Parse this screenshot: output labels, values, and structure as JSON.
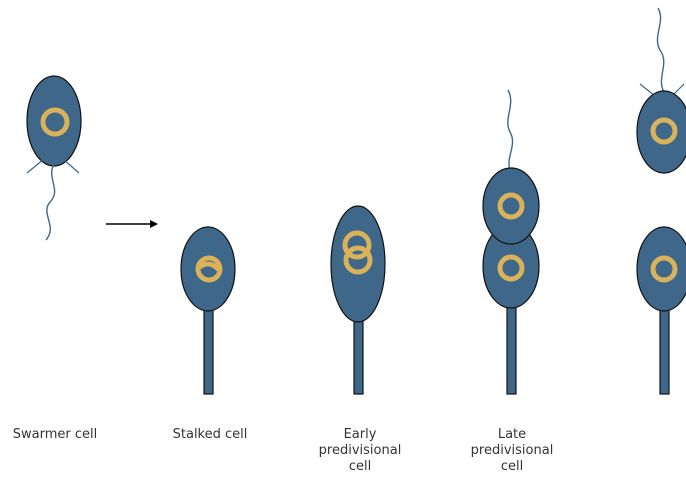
{
  "labels": {
    "swarmer": "Swarmer cell",
    "stalked": "Stalked cell",
    "early": "Early\npredivisional\ncell",
    "late": "Late\npredivisional\ncell"
  },
  "colors": {
    "cell": "#3e6789",
    "outline": "#111111",
    "nucleoid": "#d9b25a",
    "text": "#333333"
  }
}
